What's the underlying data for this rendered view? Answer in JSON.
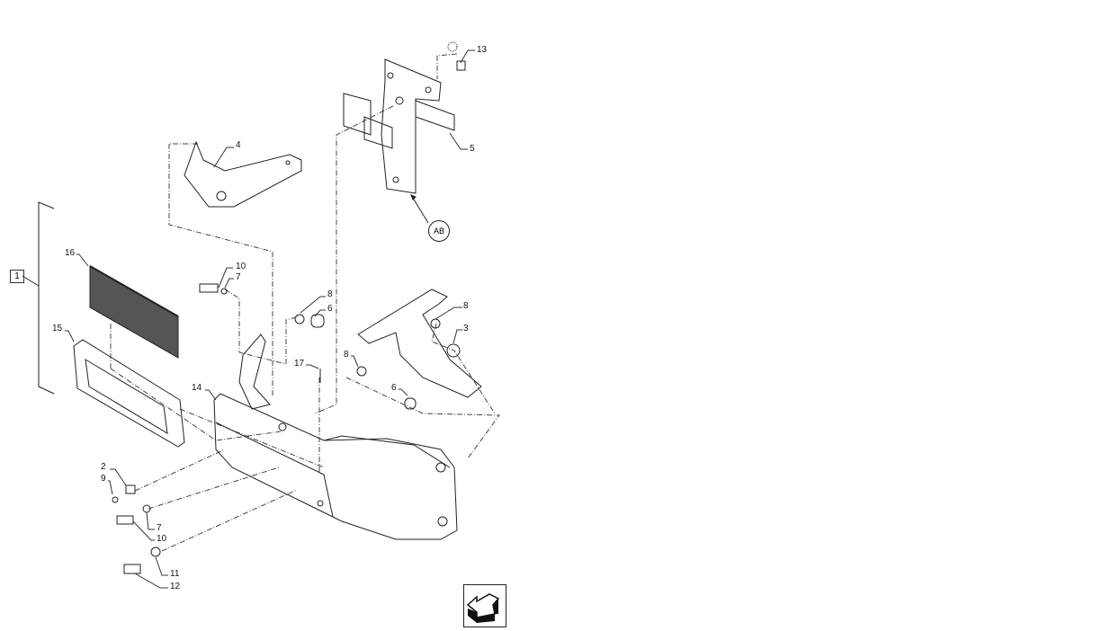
{
  "diagram": {
    "assembly_label": "1",
    "reference_label": "AB",
    "callouts": [
      "13",
      "5",
      "4",
      "16",
      "10",
      "7",
      "8",
      "6",
      "8",
      "3",
      "15",
      "17",
      "8",
      "14",
      "6",
      "2",
      "9",
      "7",
      "10",
      "11",
      "12"
    ],
    "nav_icon": "arrow-previous-icon"
  }
}
